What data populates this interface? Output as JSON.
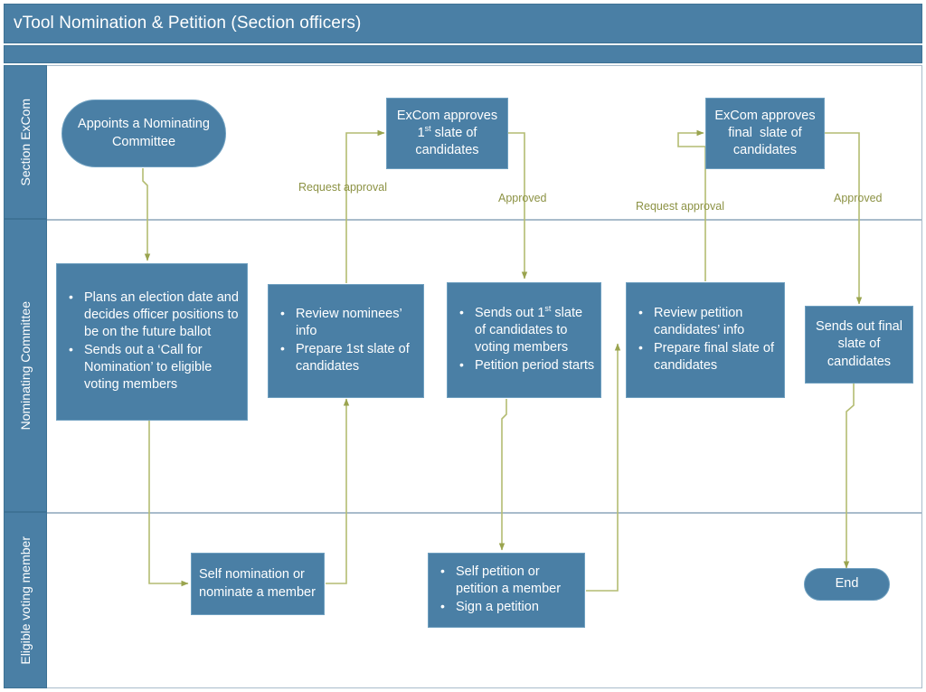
{
  "title": {
    "text": "vTool Nomination & Petition (Section officers)"
  },
  "colors": {
    "header_blue": "#4A7FA5",
    "node_blue": "#4A7FA5",
    "node_border": "#6FA0C0",
    "connector_olive": "#B4BC72",
    "lane_divider": "#A9BCCB",
    "label_olive": "#8C9244",
    "text_white": "#FFFFFF",
    "background": "#FFFFFF"
  },
  "lanes": [
    {
      "id": "section-excom",
      "label": "Section ExCom"
    },
    {
      "id": "nominating-committee",
      "label": "Nominating Committee"
    },
    {
      "id": "eligible-voting-member",
      "label": "Eligible voting member"
    }
  ],
  "nodes": {
    "appoints_committee": {
      "lane": "section-excom",
      "shape": "rounded",
      "text": "Appoints a Nominating Committee"
    },
    "excom_approves_first": {
      "lane": "section-excom",
      "shape": "rect",
      "line1": "ExCom approves",
      "line2_prefix": "1",
      "line2_sup": "st",
      "line2_suffix": " slate of",
      "line3": "candidates"
    },
    "excom_approves_final": {
      "lane": "section-excom",
      "shape": "rect",
      "line1": "ExCom approves",
      "line2": "final  slate of",
      "line3": "candidates"
    },
    "plans_election": {
      "lane": "nominating-committee",
      "shape": "rect",
      "bullets": [
        "Plans an election date and decides officer positions to be on the future ballot",
        "Sends out a ‘Call for Nomination’ to eligible voting members"
      ]
    },
    "review_nominees": {
      "lane": "nominating-committee",
      "shape": "rect",
      "bullets": [
        "Review nominees’ info",
        "Prepare 1st slate of candidates"
      ]
    },
    "sends_first_slate": {
      "lane": "nominating-committee",
      "shape": "rect",
      "bullet1_prefix": "Sends out 1",
      "bullet1_sup": "st",
      "bullet1_suffix": " slate of candidates to voting members",
      "bullet2": "Petition period starts"
    },
    "review_petition": {
      "lane": "nominating-committee",
      "shape": "rect",
      "bullets": [
        "Review petition candidates’ info",
        "Prepare final slate of candidates"
      ]
    },
    "sends_final_slate": {
      "lane": "nominating-committee",
      "shape": "rect",
      "text": "Sends out final slate of candidates"
    },
    "self_nomination": {
      "lane": "eligible-voting-member",
      "shape": "rect",
      "text": "Self nomination or nominate a member"
    },
    "self_petition": {
      "lane": "eligible-voting-member",
      "shape": "rect",
      "bullets": [
        "Self petition or petition a member",
        "Sign a petition"
      ]
    },
    "end": {
      "lane": "eligible-voting-member",
      "shape": "rounded",
      "text": "End"
    }
  },
  "edge_labels": {
    "request_approval_1": "Request approval",
    "approved_1": "Approved",
    "request_approval_2": "Request approval",
    "approved_2": "Approved"
  }
}
